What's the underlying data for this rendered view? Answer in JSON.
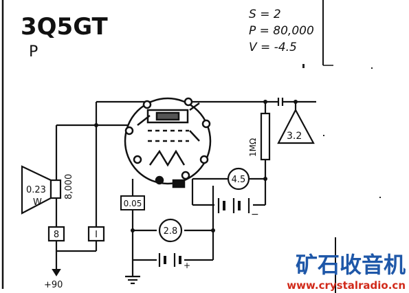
{
  "tube": {
    "type": "3Q5GT",
    "mode": "P"
  },
  "specs": {
    "s": "S = 2",
    "p": "P = 80,000",
    "v": "V = -4.5"
  },
  "components": {
    "speaker_power": "0.23",
    "speaker_unit": "W",
    "speaker_impedance": "8,000",
    "grid_resistor": "1MΩ",
    "input_signal": "3.2",
    "grid_bias_meter": "4.5",
    "filament_current": "0.05",
    "filament_meter": "2.8",
    "plate_meter": "8",
    "screen_meter": "I",
    "supply_voltage": "+90"
  },
  "watermark": {
    "cn_text": "矿石收音机",
    "url": "www.crystalradio.cn"
  }
}
